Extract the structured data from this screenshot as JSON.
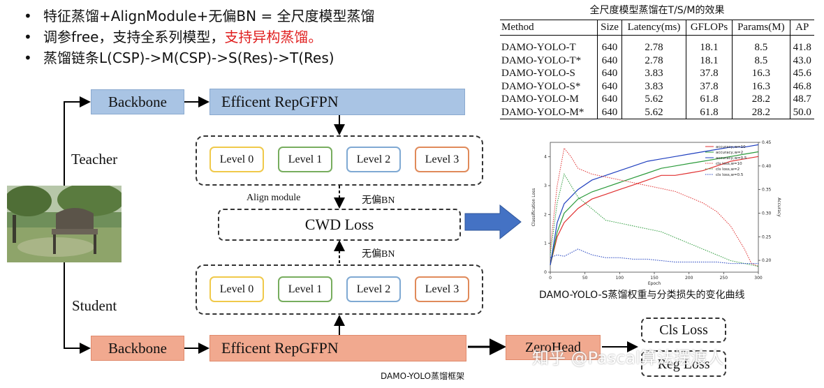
{
  "bullets": [
    {
      "text": "特征蒸馏+AlignModule+无偏BN = 全尺度模型蒸馏",
      "highlight": ""
    },
    {
      "text": "调参free，支持全系列模型，",
      "highlight": "支持异构蒸馏。"
    },
    {
      "text": "蒸馏链条L(CSP)->M(CSP)->S(Res)->T(Res)",
      "highlight": ""
    }
  ],
  "table": {
    "title": "全尺度模型蒸馏在T/S/M的效果",
    "headers": [
      "Method",
      "Size",
      "Latency(ms)",
      "GFLOPs",
      "Params(M)",
      "AP"
    ],
    "rows": [
      [
        "DAMO-YOLO-T",
        "640",
        "2.78",
        "18.1",
        "8.5",
        "41.8"
      ],
      [
        "DAMO-YOLO-T*",
        "640",
        "2.78",
        "18.1",
        "8.5",
        "43.0"
      ],
      [
        "DAMO-YOLO-S",
        "640",
        "3.83",
        "37.8",
        "16.3",
        "45.6"
      ],
      [
        "DAMO-YOLO-S*",
        "640",
        "3.83",
        "37.8",
        "16.3",
        "46.8"
      ],
      [
        "DAMO-YOLO-M",
        "640",
        "5.62",
        "61.8",
        "28.2",
        "48.7"
      ],
      [
        "DAMO-YOLO-M*",
        "640",
        "5.62",
        "61.8",
        "28.2",
        "50.0"
      ]
    ]
  },
  "diagram": {
    "teacher_label": "Teacher",
    "student_label": "Student",
    "backbone": "Backbone",
    "neck": "Efficent RepGFPN",
    "levels": [
      "Level 0",
      "Level 1",
      "Level 2",
      "Level 3"
    ],
    "level_colors": [
      "#f0c94a",
      "#77ad5e",
      "#7fa9d3",
      "#e08a5a"
    ],
    "align_module": "Align module",
    "unbiased_bn": "无偏BN",
    "loss": "CWD Loss",
    "head": "ZeroHead",
    "cls_loss": "Cls Loss",
    "reg_loss": "Reg Loss",
    "caption": "DAMO-YOLO蒸馏框架",
    "accent_blue": "#a9c4e4",
    "accent_salmon": "#f1a98f",
    "arrow_blue": "#4472c4"
  },
  "chart_caption": "DAMO-YOLO-S蒸馏权重与分类损失的变化曲线",
  "watermark": "知乎 @Pascal算法摆渡人",
  "chart_data": {
    "type": "line",
    "xlabel": "Epoch",
    "ylabel": "Classification Loss",
    "y2label": "Accuracy",
    "xlim": [
      0,
      300
    ],
    "ylim": [
      0,
      4.5
    ],
    "y2lim": [
      0.175,
      0.45
    ],
    "xticks": [
      0,
      50,
      100,
      150,
      200,
      250,
      300
    ],
    "yticks": [
      0,
      1,
      2,
      3,
      4
    ],
    "y2ticks": [
      0.2,
      0.25,
      0.3,
      0.35,
      0.4,
      0.45
    ],
    "legend_position": "top-right",
    "series": [
      {
        "name": "accuracy,w=10",
        "axis": "right",
        "style": "solid",
        "color": "#e03030",
        "x": [
          0,
          10,
          20,
          40,
          60,
          80,
          100,
          120,
          140,
          160,
          180,
          200,
          220,
          240,
          260,
          280,
          300
        ],
        "y": [
          0.19,
          0.25,
          0.28,
          0.31,
          0.33,
          0.34,
          0.35,
          0.36,
          0.37,
          0.38,
          0.38,
          0.385,
          0.39,
          0.4,
          0.41,
          0.415,
          0.42
        ]
      },
      {
        "name": "accuracy,w=2",
        "axis": "right",
        "style": "solid",
        "color": "#2a9a3a",
        "x": [
          0,
          10,
          20,
          40,
          60,
          80,
          100,
          120,
          140,
          160,
          180,
          200,
          220,
          240,
          260,
          280,
          300
        ],
        "y": [
          0.19,
          0.26,
          0.3,
          0.33,
          0.345,
          0.355,
          0.365,
          0.375,
          0.385,
          0.395,
          0.4,
          0.405,
          0.41,
          0.415,
          0.42,
          0.425,
          0.43
        ]
      },
      {
        "name": "accuracy,w=0.5",
        "axis": "right",
        "style": "solid",
        "color": "#1f3fbf",
        "x": [
          0,
          10,
          20,
          40,
          60,
          80,
          100,
          120,
          140,
          160,
          180,
          200,
          220,
          240,
          260,
          280,
          300
        ],
        "y": [
          0.19,
          0.28,
          0.32,
          0.35,
          0.37,
          0.38,
          0.39,
          0.4,
          0.41,
          0.415,
          0.42,
          0.425,
          0.43,
          0.435,
          0.44,
          0.44,
          0.445
        ]
      },
      {
        "name": "cls loss,w=10",
        "axis": "left",
        "style": "dotted",
        "color": "#e03030",
        "x": [
          0,
          10,
          20,
          30,
          40,
          60,
          80,
          100,
          120,
          140,
          160,
          180,
          200,
          220,
          240,
          260,
          280,
          290,
          300
        ],
        "y": [
          0.8,
          3.0,
          4.3,
          4.0,
          3.6,
          3.4,
          3.3,
          3.2,
          3.1,
          3.0,
          2.9,
          2.8,
          2.6,
          2.4,
          2.1,
          1.6,
          0.8,
          0.3,
          0.2
        ]
      },
      {
        "name": "cls loss,w=2",
        "axis": "left",
        "style": "dotted",
        "color": "#2a9a3a",
        "x": [
          0,
          10,
          20,
          30,
          40,
          60,
          80,
          100,
          120,
          140,
          160,
          180,
          200,
          220,
          240,
          260,
          280,
          300
        ],
        "y": [
          0.6,
          2.4,
          3.4,
          3.0,
          2.6,
          2.2,
          1.8,
          1.7,
          1.6,
          1.5,
          1.4,
          1.2,
          1.0,
          0.8,
          0.6,
          0.4,
          0.3,
          0.2
        ]
      },
      {
        "name": "cls loss,w=0.5",
        "axis": "left",
        "style": "dotted",
        "color": "#1f3fbf",
        "x": [
          0,
          10,
          20,
          40,
          60,
          80,
          100,
          120,
          140,
          160,
          180,
          200,
          220,
          240,
          260,
          280,
          300
        ],
        "y": [
          0.5,
          0.6,
          0.55,
          0.8,
          0.6,
          0.5,
          0.5,
          0.45,
          0.45,
          0.4,
          0.35,
          0.35,
          0.35,
          0.35,
          0.3,
          0.3,
          0.3
        ]
      }
    ]
  }
}
